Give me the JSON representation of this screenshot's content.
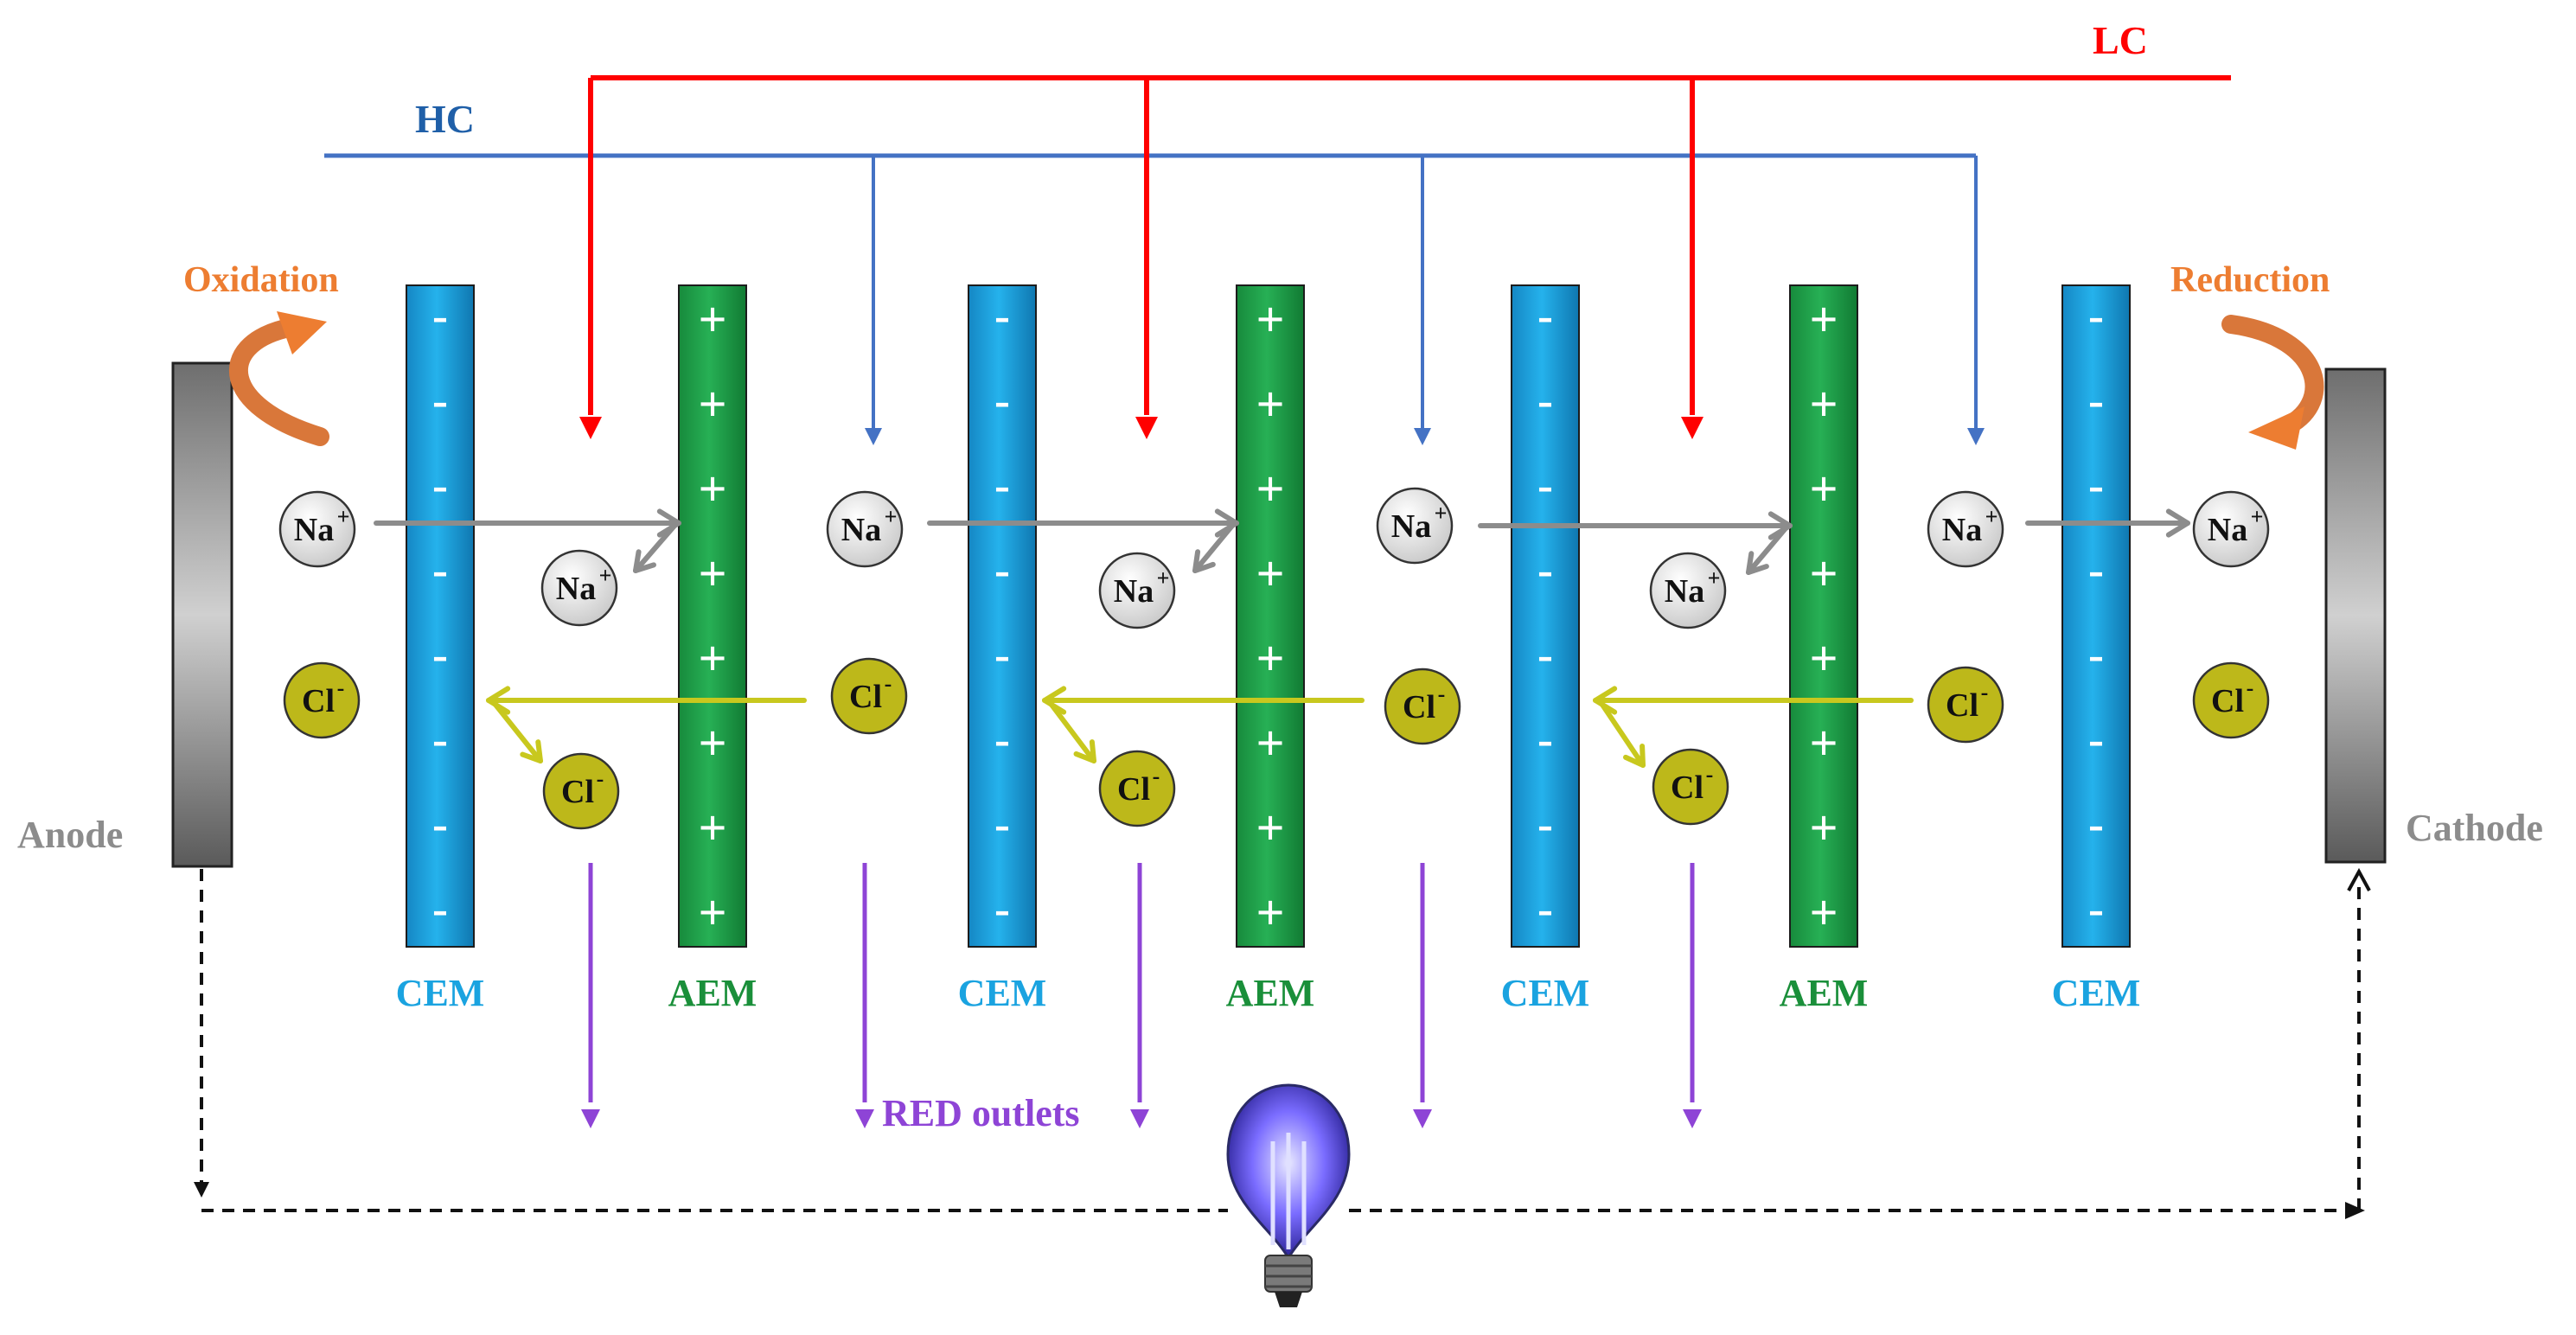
{
  "flows": {
    "lc_label": "LC",
    "hc_label": "HC",
    "outlets_label": "RED outlets"
  },
  "electrodes": {
    "anode_label": "Anode",
    "cathode_label": "Cathode",
    "oxidation_label": "Oxidation",
    "reduction_label": "Reduction"
  },
  "membranes": [
    {
      "type": "CEM",
      "sign": "-"
    },
    {
      "type": "AEM",
      "sign": "+"
    },
    {
      "type": "CEM",
      "sign": "-"
    },
    {
      "type": "AEM",
      "sign": "+"
    },
    {
      "type": "CEM",
      "sign": "-"
    },
    {
      "type": "AEM",
      "sign": "+"
    },
    {
      "type": "CEM",
      "sign": "-"
    }
  ],
  "ions": {
    "sodium": "Na",
    "sodium_charge": "+",
    "chloride": "Cl",
    "chloride_charge": "-"
  },
  "colors": {
    "lc_line": "#ff0000",
    "hc_line": "#4472c4",
    "cem": "#1aa3e0",
    "aem": "#1f9e46",
    "cem_label": "#1aa3e0",
    "aem_label": "#1a8f3a",
    "outlet": "#8e44d6",
    "oxidation": "#ed7d31",
    "electrode_label": "#8c8c8c",
    "na_arrow": "#8c8c8c",
    "cl_arrow": "#c8c81e",
    "cl_ion": "#bdb81a"
  },
  "icons": {
    "load": "light-bulb-icon"
  }
}
